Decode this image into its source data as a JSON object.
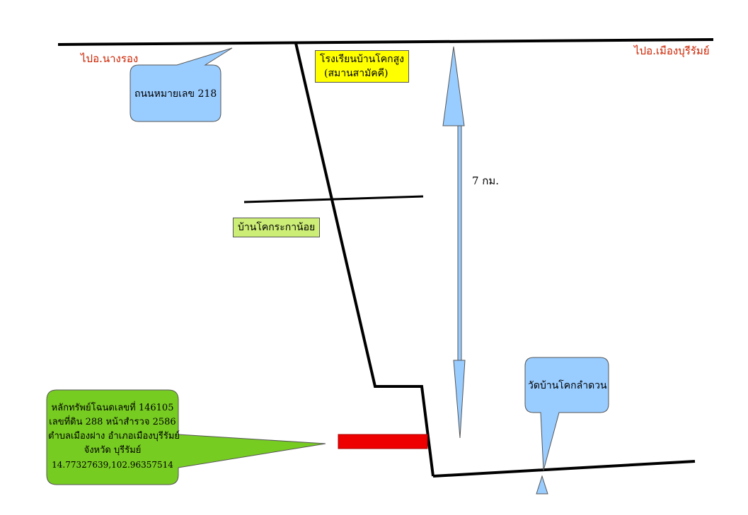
{
  "labels": {
    "to_nang_rong": "ไปอ.นางรอง",
    "to_mueang_buriram": "ไปอ.เมืองบุรีรัมย์",
    "road_218": "ถนนหมายเลข 218",
    "school_line1": "โรงเรียนบ้านโคกสูง",
    "school_line2": "(สมานสามัคคี)",
    "ban_khok_kra_noi": "บ้านโคกระกาน้อย",
    "distance": "7 กม.",
    "wat": "วัดบ้านโคกลำดวน"
  },
  "property": {
    "line1": "หลักทรัพย์โฉนดเลขที่  146105",
    "line2": "เลขที่ดิน  288 หน้าสำรวจ  2586",
    "line3": "ตำบลเมืองฝาง  อำเภอเมืองบุรีรัมย์",
    "line4": "จังหวัด บุรีรัมย์",
    "coords": "14.77327639,102.96357514"
  },
  "colors": {
    "road": "#000000",
    "callout_blue": "#99ccff",
    "callout_green": "#77cc22",
    "property_marker": "#ee0000",
    "label_yellow": "#ffff00",
    "label_lightgreen": "#ccee77",
    "direction_text": "#cc2200"
  }
}
